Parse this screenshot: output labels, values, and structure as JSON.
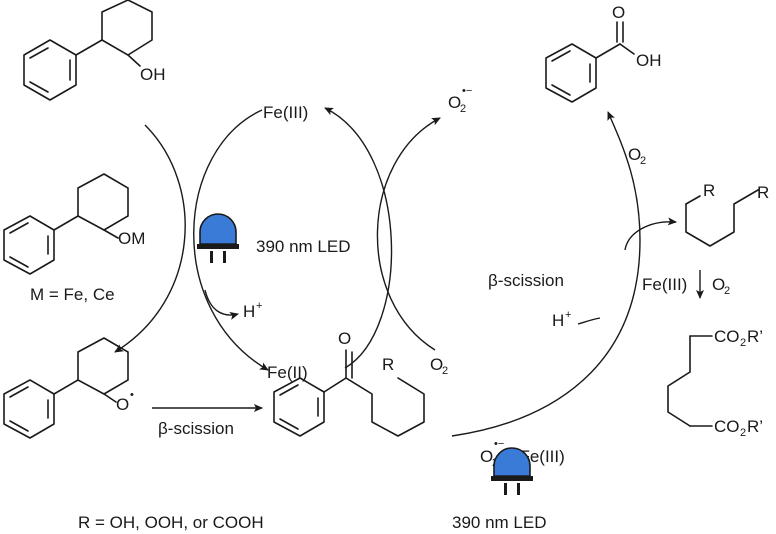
{
  "labels": {
    "top_alcohol_oh": "OH",
    "alkoxide_om": "OM",
    "metal_def": "M = Fe, Ce",
    "radical_o": "O",
    "r_def": "R = OH, OOH, or COOH",
    "fe3_top": "Fe(III)",
    "fe2": "Fe(II)",
    "led_center": "390 nm LED",
    "led_bottom": "390 nm LED",
    "h_plus_left": "H",
    "h_plus_right": "H",
    "superoxide_top": "O",
    "o2_mid": "O",
    "beta_scission_left": "β-scission",
    "beta_scission_right": "β-scission",
    "benzoic_oh": "OH",
    "benzoic_o": "O",
    "o2_right": "O",
    "fe3_o2_label_a": "Fe(III)",
    "fe3_o2_label_b": "O",
    "ketone_o": "O",
    "ketone_r": "R",
    "diene_r1": "R",
    "diene_r2": "R",
    "ester1": "CO",
    "ester1_tail": "R’",
    "ester2": "CO",
    "ester2_tail": "R’",
    "superoxide_fe3_o": "O",
    "superoxide_fe3_tail": ", Fe(III)",
    "sub_2": "2",
    "sup_plus": "+",
    "sup_radanion": "•−",
    "radical_dot": "•"
  },
  "colors": {
    "led_blue": "#3b7bd8",
    "ink": "#1a1a1a"
  },
  "icons": [
    "led-bulb-icon",
    "led-bulb-icon"
  ]
}
